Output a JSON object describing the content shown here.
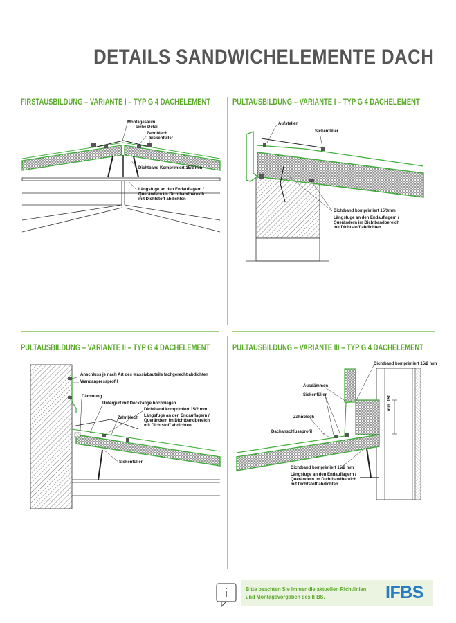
{
  "page": {
    "title": "DETAILS SANDWICHELEMENTE DACH"
  },
  "sections": [
    {
      "title": "FIRSTAUSBILDUNG – VARIANTE I – TYP G 4 DACHELEMENT",
      "labels": {
        "montage": "Montagesaum",
        "montage2": "siehe Detail",
        "zahnblech": "Zahnblech",
        "sickenfueller": "Sickenfüller",
        "dichtband": "Dichtband Komprimiert 15/2 mm",
        "laengsfuge1": "Längsfuge an den Endauflagern /",
        "laengsfuge2": "Querändern im Dichtbandbereich",
        "laengsfuge3": "mit Dichtstoff abdichten"
      }
    },
    {
      "title": "PULTAUSBILDUNG – VARIANTE I – TYP G 4 DACHELEMENT",
      "labels": {
        "aufstellen": "Aufstellen",
        "sickenfueller": "Sickenfüller",
        "dichtband": "Dichtband komprimiert 15/3mm",
        "laengsfuge1": "Längsfuge an den Endauflagern /",
        "laengsfuge2": "Querändern im Dichtbandbereich",
        "laengsfuge3": "mit Dichtstoff abdichten"
      }
    },
    {
      "title": "PULTAUSBILDUNG – VARIANTE II – TYP G 4 DACHELEMENT",
      "labels": {
        "anschluss": "Anschluss je nach Art des Massivbauteils fachgerecht abdichten",
        "wandanpress": "Wandanpressprofil",
        "daemmung": "Dämmung",
        "untergurt": "Untergurt mit Deckzange hochbiegen",
        "dichtband": "Dichtband komprimiert 15/2 mm",
        "laengsfuge1": "Längsfuge an den Endauflagern /",
        "laengsfuge2": "Querändern im Dichtbandbereich",
        "laengsfuge3": "mit Dichtstoff abdichten",
        "zahnblech": "Zahnblech",
        "sickenfueller": "Sickenfüller"
      }
    },
    {
      "title": "PULTAUSBILDUNG – VARIANTE III – TYP G 4 DACHELEMENT",
      "labels": {
        "dichtband_top": "Dichtband komprimiert 15/2 mm",
        "ausdaemmen": "Ausdämmen",
        "sickenfueller": "Sickenfüller",
        "zahnblech": "Zahnblech",
        "dachanschluss": "Dachanschlussprofil",
        "dichtband": "Dichtband komprimiert 15/2 mm",
        "laengsfuge1": "Längsfuge an den Endauflagern /",
        "laengsfuge2": "Querändern im Dichtbandbereich",
        "laengsfuge3": "mit Dichtstoff abdichten",
        "dim": "min. 150"
      }
    }
  ],
  "notice": {
    "line1": "Bitte beachten Sie immer die aktuellen Richtlinien",
    "line2": "und Montagevorgaben des IFBS.",
    "logo": "IFBS"
  },
  "colors": {
    "accent_green": "#5aaa2a",
    "divider_green": "#9fd07a",
    "panel_green": "#3fae3a",
    "logo_blue": "#2a7cc0",
    "notice_bg": "#eaf4e0"
  }
}
